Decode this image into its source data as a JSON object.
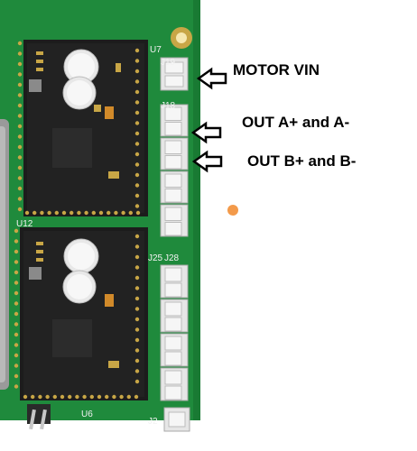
{
  "colors": {
    "pcb_green": "#1f8a3c",
    "pcb_edge": "#176c2e",
    "module_black": "#1c1c1c",
    "gold_pad": "#c8a646",
    "connector_white": "#e6e6e6",
    "label_black": "#000000",
    "orange_dot": "#f39a4a"
  },
  "silkscreen": {
    "u7": "U7",
    "j19": "J19",
    "j18": "J18",
    "u12": "U12",
    "j28": "J28",
    "j25": "J25",
    "u6": "U6",
    "j2": "J2"
  },
  "callouts": {
    "motor_vin": "MOTOR VIN",
    "out_a": "OUT A+ and A-",
    "out_b": "OUT B+ and B-"
  },
  "icons": {
    "arrow": "arrow-left-outline-icon",
    "mount_hole": "mounting-hole-icon"
  }
}
